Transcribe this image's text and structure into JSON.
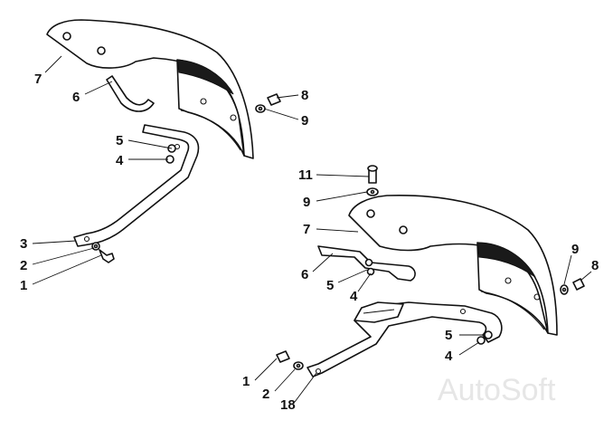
{
  "watermark": "AutoSoft",
  "callouts_upper": [
    "7",
    "6",
    "8",
    "9",
    "5",
    "4",
    "3",
    "2",
    "1"
  ],
  "callouts_lower": [
    "11",
    "9",
    "7",
    "6",
    "5",
    "4",
    "9",
    "8",
    "5",
    "4",
    "1",
    "2",
    "18"
  ]
}
